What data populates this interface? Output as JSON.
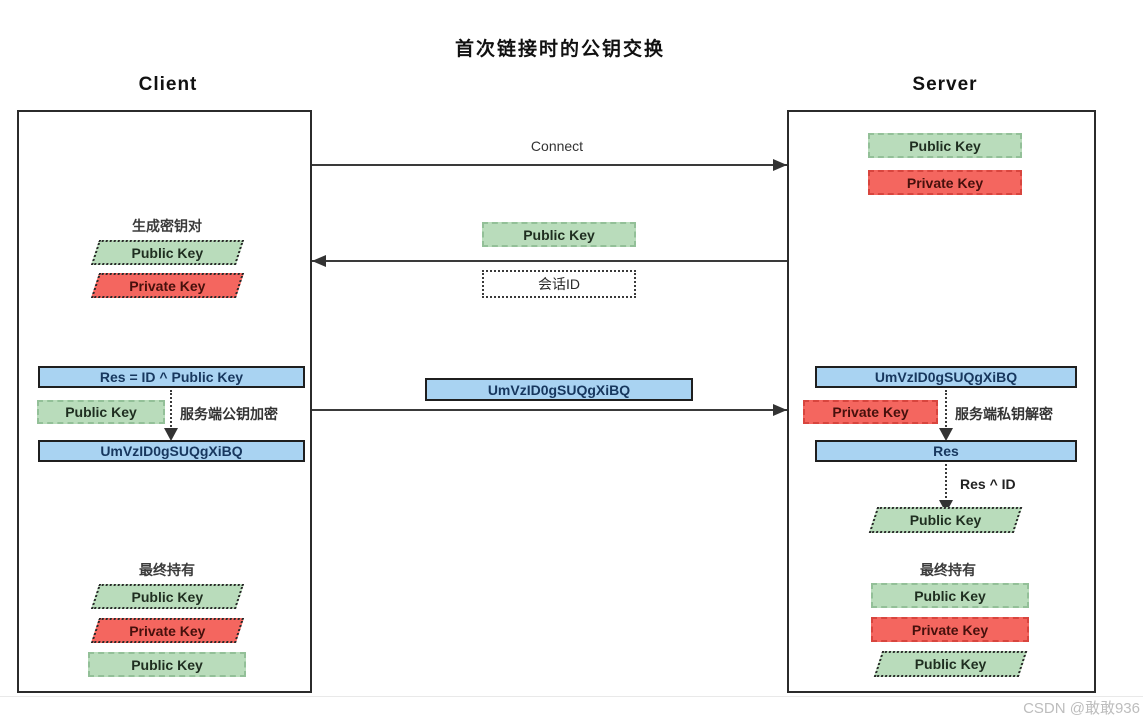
{
  "title": "首次链接时的公钥交换",
  "watermark": "CSDN @敢敢936",
  "colors": {
    "blue_fill": "#a9d3f2",
    "green_fill": "#b9dcbb",
    "red_fill": "#f4665f"
  },
  "messages": {
    "connect": "Connect",
    "public_key": "Public Key",
    "session_id": "会话ID",
    "cipher": "UmVzID0gSUQgXiBQ"
  },
  "client": {
    "header": "Client",
    "generate": {
      "label": "生成密钥对",
      "public_key": "Public Key",
      "private_key": "Private Key"
    },
    "compute": {
      "formula": "Res = ID ^ Public Key",
      "key": "Public Key",
      "note": "服务端公钥加密",
      "cipher": "UmVzID0gSUQgXiBQ"
    },
    "final": {
      "label": "最终持有",
      "items": [
        {
          "label": "Public Key"
        },
        {
          "label": "Private Key"
        },
        {
          "label": "Public Key"
        }
      ]
    }
  },
  "server": {
    "header": "Server",
    "own_keys": {
      "public_key": "Public Key",
      "private_key": "Private Key"
    },
    "decrypt": {
      "cipher": "UmVzID0gSUQgXiBQ",
      "key": "Private Key",
      "note": "服务端私钥解密",
      "result": "Res",
      "derive_note": "Res ^ ID",
      "derived_key": "Public Key"
    },
    "final": {
      "label": "最终持有",
      "items": [
        {
          "label": "Public Key"
        },
        {
          "label": "Private Key"
        },
        {
          "label": "Public Key"
        }
      ]
    }
  }
}
